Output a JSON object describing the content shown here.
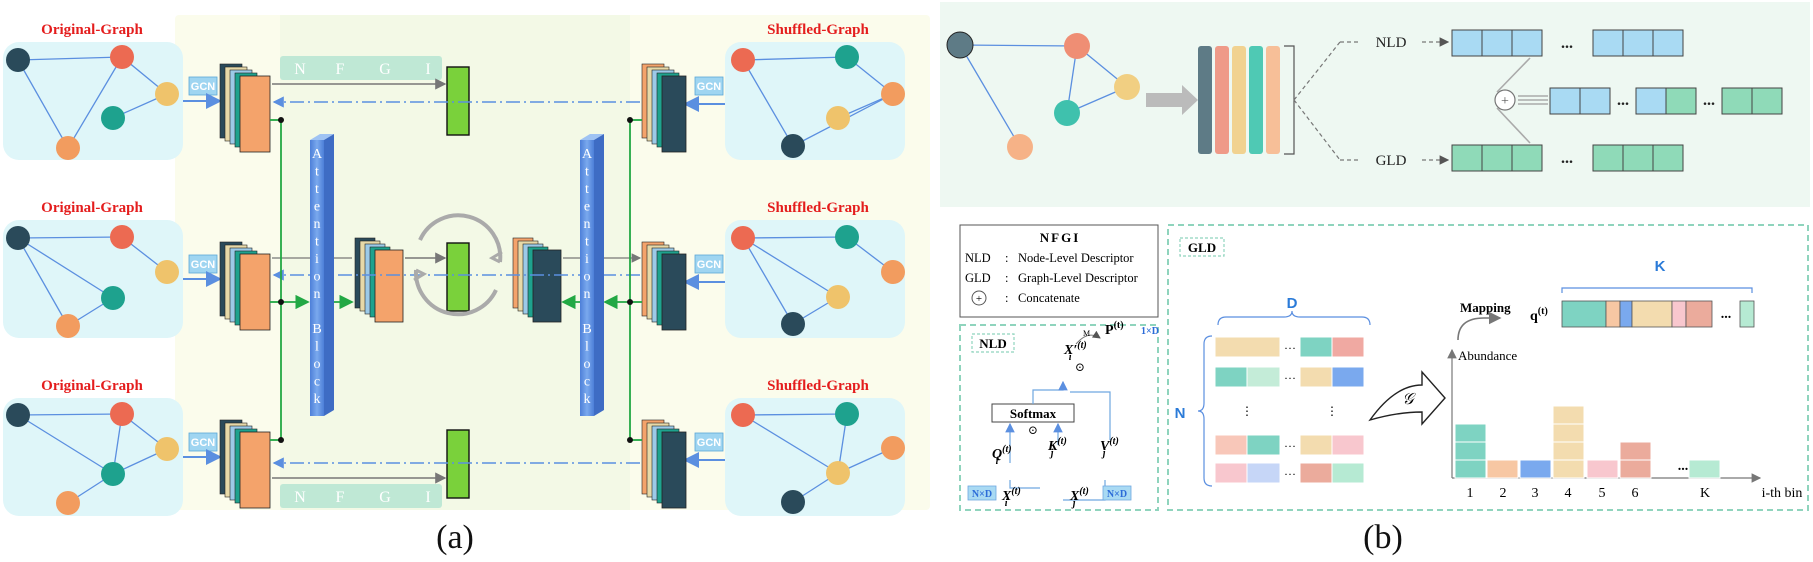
{
  "panel_a": {
    "caption": "(a)",
    "original_graph_label": "Original-Graph",
    "shuffled_graph_label": "Shuffled-Graph",
    "gcn_label": "GCN",
    "nfgi_letters": [
      "N",
      "F",
      "G",
      "I"
    ],
    "attention_block_letters": [
      "A",
      "t",
      "t",
      "e",
      "n",
      "t",
      "i",
      "o",
      "n",
      " ",
      "B",
      "l",
      "o",
      "c",
      "k"
    ]
  },
  "panel_b": {
    "caption": "(b)",
    "nld_label": "NLD",
    "gld_label": "GLD",
    "legend": {
      "title": "NFGI",
      "rows": [
        {
          "abbr": "NLD",
          "sep": ":",
          "text": "Node-Level Descriptor"
        },
        {
          "abbr": "GLD",
          "sep": ":",
          "text": "Graph-Level Descriptor"
        },
        {
          "abbr": "+",
          "sep": ":",
          "text": "Concatenate"
        }
      ]
    },
    "nld_box": {
      "title": "NLD",
      "softmax": "Softmax",
      "p_label": "P",
      "p_sup": "(t)",
      "p_dim": "1×D",
      "m_label": "M",
      "x_prime": "X′",
      "q": "Q",
      "k": "K",
      "v": "V",
      "x_i": "X",
      "x_j": "X",
      "sub_i": "i",
      "sub_j": "j",
      "sup_t": "(t)",
      "dim_left": "N×D",
      "dim_right": "N×D"
    },
    "gld_box": {
      "title": "GLD",
      "d_label": "D",
      "n_label": "N",
      "k_label": "K",
      "mapping": "Mapping",
      "q_label": "q",
      "q_sup": "(t)",
      "g_symbol": "𝒢",
      "y_axis": "Abundance",
      "x_ticks": [
        "1",
        "2",
        "3",
        "4",
        "5",
        "6",
        "K"
      ],
      "x_axis": "i-th bin",
      "dots": "..."
    }
  },
  "colors": {
    "red": "#e41d1d",
    "graph_bg": "#dff6f9",
    "panel_b_bg": "#eef8f2",
    "node_dark": "#2a4a5a",
    "node_red": "#ec6a52",
    "node_teal": "#1ea28e",
    "node_yellow": "#efc36b",
    "node_orange": "#f29c5f",
    "green_bar": "#7ad13b",
    "attention_blue": "#5b8fe0",
    "nld_blue": "#a9daf3",
    "gld_green": "#8fdab8",
    "dashed_border": "#8fd4bd"
  }
}
